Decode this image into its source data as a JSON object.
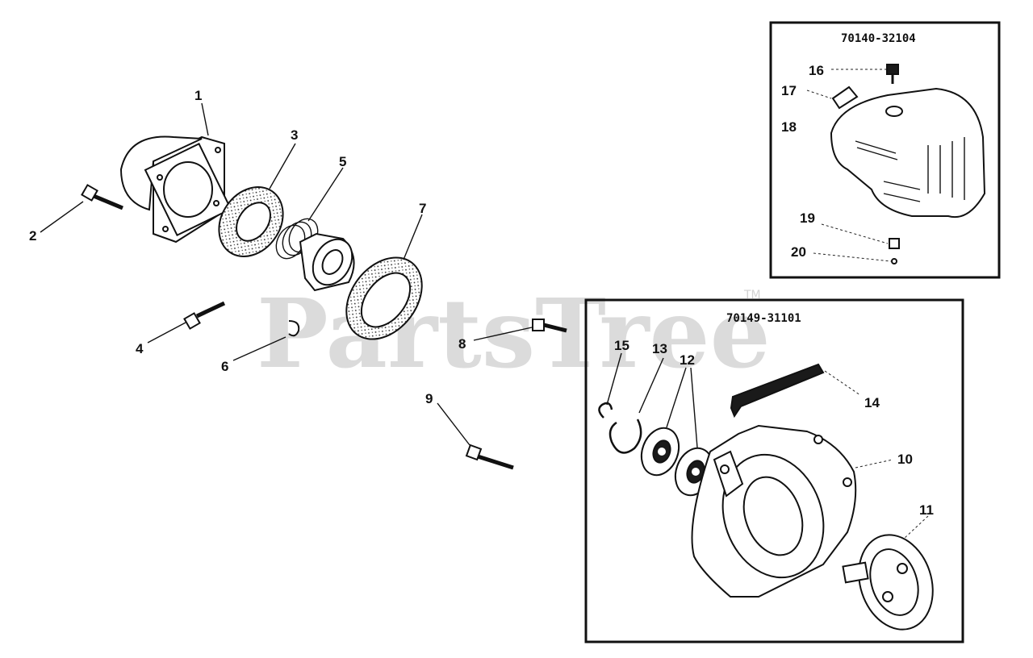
{
  "watermark": {
    "text": "PartsTree",
    "tm": "TM"
  },
  "boxes": {
    "top_right": {
      "part_number": "70140-32104"
    },
    "bottom_right": {
      "part_number": "70149-31101"
    }
  },
  "callouts": {
    "c1": "1",
    "c2": "2",
    "c3": "3",
    "c4": "4",
    "c5": "5",
    "c6": "6",
    "c7": "7",
    "c8": "8",
    "c9": "9",
    "c10": "10",
    "c11": "11",
    "c12": "12",
    "c13": "13",
    "c14": "14",
    "c15": "15",
    "c16": "16",
    "c17": "17",
    "c18": "18",
    "c19": "19",
    "c20": "20"
  }
}
